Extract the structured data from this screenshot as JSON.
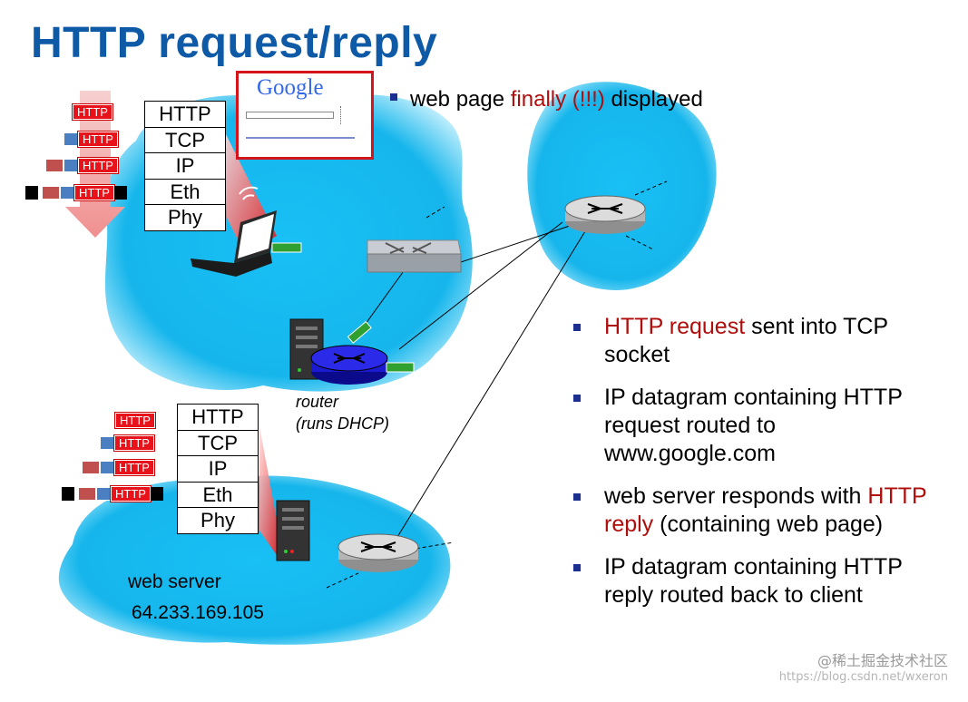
{
  "title": "HTTP request/reply",
  "top_bullet": {
    "pre": "web page ",
    "highlight": "finally (!!!)",
    "post": " displayed"
  },
  "stack_layers": [
    "HTTP",
    "TCP",
    "IP",
    "Eth",
    "Phy"
  ],
  "packet_label": "HTTP",
  "router_label": {
    "line1": "router",
    "line2": "(runs DHCP)"
  },
  "server_label": {
    "name": "web server",
    "ip": "64.233.169.105"
  },
  "google_logo": "Google",
  "bullets": [
    {
      "parts": [
        {
          "text": "HTTP request",
          "red": true
        },
        {
          "text": " sent into TCP socket",
          "red": false
        }
      ]
    },
    {
      "parts": [
        {
          "text": "IP datagram containing HTTP request routed to www.google.com",
          "red": false
        }
      ]
    },
    {
      "parts": [
        {
          "text": "web server responds with ",
          "red": false
        },
        {
          "text": "HTTP reply",
          "red": true
        },
        {
          "text": " (containing web page)",
          "red": false
        }
      ]
    },
    {
      "parts": [
        {
          "text": "IP datagram containing HTTP reply routed back to client",
          "red": false
        }
      ]
    }
  ],
  "watermark": {
    "line1": "@稀土掘金技术社区",
    "line2": "https://blog.csdn.net/wxeron"
  },
  "colors": {
    "title": "#0e5aa7",
    "cloud": "#1ab8ee",
    "highlight": "#b00d0d",
    "packet": "#e8121b",
    "bullet": "#1a2f8f"
  }
}
